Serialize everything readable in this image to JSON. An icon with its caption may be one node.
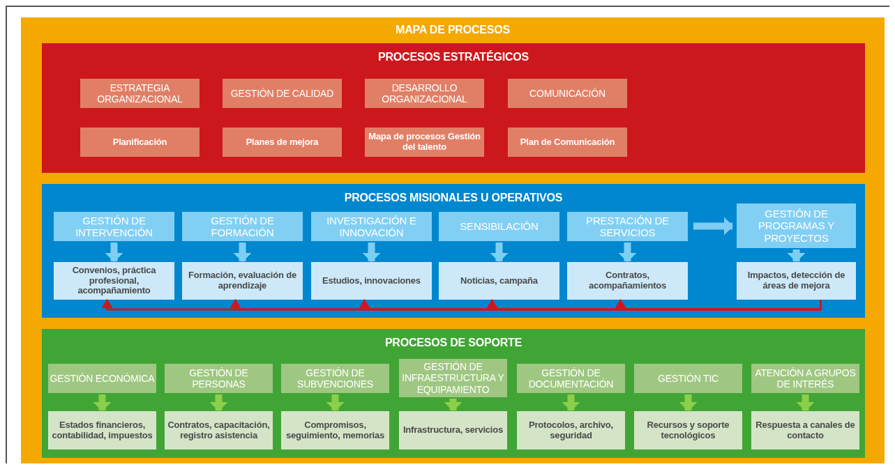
{
  "diagram": {
    "nodes": [
      {
        "text": [
          "MAPA DE PROCESOS"
        ]
      },
      {
        "text": [
          "PROCESOS ESTRATÉGICOS"
        ],
        "in": 0
      },
      {
        "text": [
          "ESTRATEGIA ORGANIZACIONAL"
        ],
        "in": 1
      },
      {
        "text": [
          "GESTIÓN DE CALIDAD"
        ],
        "in": 1
      },
      {
        "text": [
          "DESARROLLO ORGANIZACIONAL"
        ],
        "in": 1
      },
      {
        "text": [
          "COMUNICACIÓN"
        ],
        "in": 1
      },
      {
        "text": [
          "Planificación"
        ],
        "in": 1
      },
      {
        "text": [
          "Planes de mejora"
        ],
        "in": 1
      },
      {
        "text": [
          "Mapa de procesos Gestión del talento"
        ],
        "in": 1
      },
      {
        "text": [
          "Plan de Comunicación"
        ],
        "in": 1
      },
      {
        "text": [
          "PROCESOS MISIONALES U OPERATIVOS"
        ],
        "in": 0
      },
      {
        "text": [
          "GESTIÓN DE INTERVENCIÓN"
        ],
        "in": 10
      },
      {
        "text": [
          "GESTIÓN DE FORMACIÓN"
        ],
        "in": 10
      },
      {
        "text": [
          "INVESTIGACIÓN E INNOVACIÓN"
        ],
        "in": 10
      },
      {
        "text": [
          "SENSIBILACIÓN"
        ],
        "in": 10
      },
      {
        "text": [
          "PRESTACIÓN DE SERVICIOS"
        ],
        "in": 10
      },
      {
        "text": [
          "GESTIÓN DE PROGRAMAS Y PROYECTOS"
        ],
        "in": 10
      },
      {
        "text": [
          "Convenios, práctica profesional, acompañamiento"
        ],
        "in": 10
      },
      {
        "text": [
          "Formación, evaluación de aprendizaje"
        ],
        "in": 10
      },
      {
        "text": [
          "Estudios, innovaciones"
        ],
        "in": 10
      },
      {
        "text": [
          "Noticias, campaña"
        ],
        "in": 10
      },
      {
        "text": [
          "Contratos, acompañamientos"
        ],
        "in": 10
      },
      {
        "text": [
          "Impactos, detección de áreas de mejora"
        ],
        "in": 10
      },
      {
        "text": [
          "PROCESOS DE SOPORTE"
        ],
        "in": 0
      },
      {
        "text": [
          "GESTIÓN ECONÓMICA"
        ],
        "in": 23
      },
      {
        "text": [
          "GESTIÓN DE PERSONAS"
        ],
        "in": 23
      },
      {
        "text": [
          "GESTIÓN DE SUBVENCIONES"
        ],
        "in": 23
      },
      {
        "text": [
          "GESTIÓN DE INFRAESTRUCTURA Y EQUIPAMIENTO"
        ],
        "in": 23
      },
      {
        "text": [
          "GESTIÓN DE DOCUMENTACIÓN"
        ],
        "in": 23
      },
      {
        "text": [
          "GESTIÓN TIC"
        ],
        "in": 23
      },
      {
        "text": [
          "ATENCIÓN A GRUPOS DE INTERÉS"
        ],
        "in": 23
      },
      {
        "text": [
          "Estados financieros, contabilidad, impuestos"
        ],
        "in": 23
      },
      {
        "text": [
          "Contratos, capacitación, registro asistencia"
        ],
        "in": 23
      },
      {
        "text": [
          "Compromisos, seguimiento, memorias"
        ],
        "in": 23
      },
      {
        "text": [
          "Infrastructura, servicios"
        ],
        "in": 23
      },
      {
        "text": [
          "Protocolos, archivo, seguridad"
        ],
        "in": 23
      },
      {
        "text": [
          "Recursos y soporte tecnológicos"
        ],
        "in": 23
      },
      {
        "text": [
          "Respuesta a canales de contacto"
        ],
        "in": 23
      }
    ],
    "edges": [
      {
        "from": 11,
        "to": 17,
        "arrow": "to",
        "color": "#7fcdf3"
      },
      {
        "from": 12,
        "to": 18,
        "arrow": "to",
        "color": "#7fcdf3"
      },
      {
        "from": 13,
        "to": 19,
        "arrow": "to",
        "color": "#7fcdf3"
      },
      {
        "from": 14,
        "to": 20,
        "arrow": "to",
        "color": "#7fcdf3"
      },
      {
        "from": 15,
        "to": 21,
        "arrow": "to",
        "color": "#7fcdf3"
      },
      {
        "from": 15,
        "to": 16,
        "arrow": "to",
        "color": "#7fcdf3"
      },
      {
        "from": 16,
        "to": 22,
        "arrow": "to",
        "color": "#7fcdf3"
      },
      {
        "from": 22,
        "to": 17,
        "arrow": "to",
        "color": "#d0161c"
      },
      {
        "from": 22,
        "to": 18,
        "arrow": "to",
        "color": "#d0161c"
      },
      {
        "from": 22,
        "to": 19,
        "arrow": "to",
        "color": "#d0161c"
      },
      {
        "from": 22,
        "to": 20,
        "arrow": "to",
        "color": "#d0161c"
      },
      {
        "from": 22,
        "to": 21,
        "arrow": "to",
        "color": "#d0161c"
      },
      {
        "from": 24,
        "to": 31,
        "arrow": "to",
        "color": "#8ccf4a"
      },
      {
        "from": 25,
        "to": 32,
        "arrow": "to",
        "color": "#8ccf4a"
      },
      {
        "from": 26,
        "to": 33,
        "arrow": "to",
        "color": "#8ccf4a"
      },
      {
        "from": 27,
        "to": 34,
        "arrow": "to",
        "color": "#8ccf4a"
      },
      {
        "from": 28,
        "to": 35,
        "arrow": "to",
        "color": "#8ccf4a"
      },
      {
        "from": 29,
        "to": 36,
        "arrow": "to",
        "color": "#8ccf4a"
      },
      {
        "from": 30,
        "to": 37,
        "arrow": "to",
        "color": "#8ccf4a"
      }
    ]
  }
}
